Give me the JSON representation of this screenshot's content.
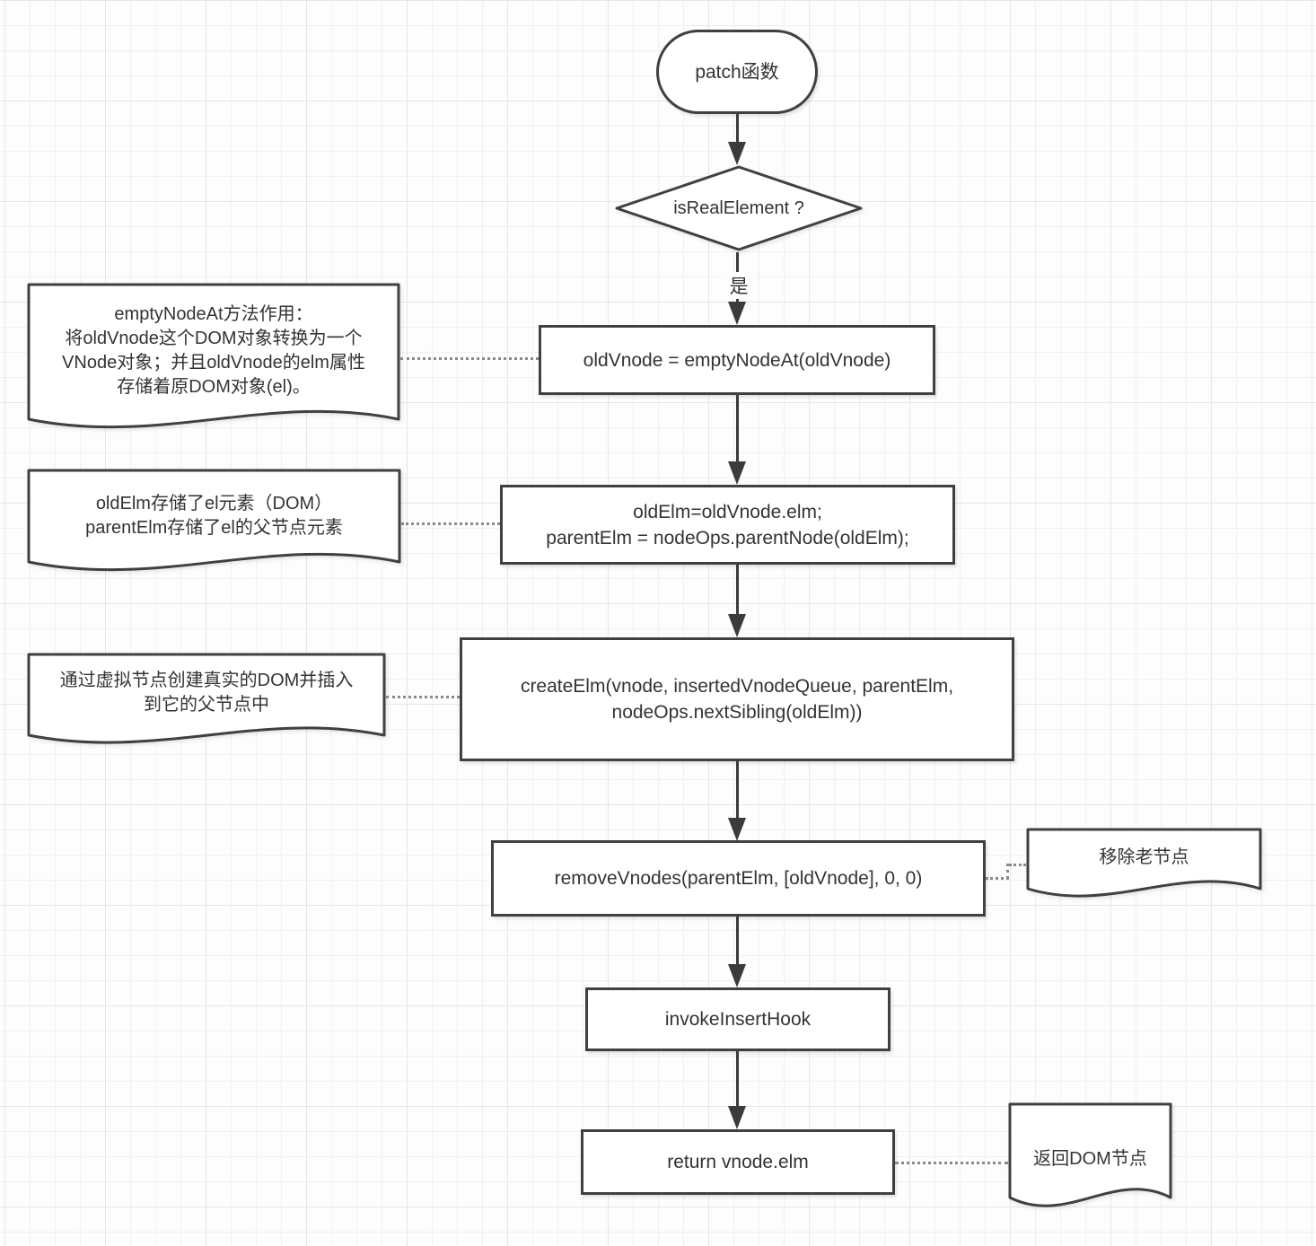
{
  "diagram": {
    "start": {
      "label": "patch函数"
    },
    "decision": {
      "label": "isRealElement ?",
      "yes_label": "是"
    },
    "process_empty_node": {
      "label": "oldVnode = emptyNodeAt(oldVnode)"
    },
    "process_old_elm": {
      "line1": "oldElm=oldVnode.elm;",
      "line2": "parentElm = nodeOps.parentNode(oldElm);"
    },
    "process_create_elm": {
      "line1": "createElm(vnode, insertedVnodeQueue, parentElm,",
      "line2": "nodeOps.nextSibling(oldElm))"
    },
    "process_remove_vnodes": {
      "label": "removeVnodes(parentElm, [oldVnode], 0, 0)"
    },
    "process_invoke_insert_hook": {
      "label": "invokeInsertHook"
    },
    "process_return": {
      "label": "return vnode.elm"
    },
    "note_empty_node": {
      "lines": [
        "emptyNodeAt方法作用：",
        "将oldVnode这个DOM对象转换为一个",
        "VNode对象；并且oldVnode的elm属性",
        "存储着原DOM对象(el)。"
      ]
    },
    "note_old_elm": {
      "lines": [
        "oldElm存储了el元素（DOM）",
        "parentElm存储了el的父节点元素"
      ]
    },
    "note_create_elm": {
      "lines": [
        "通过虚拟节点创建真实的DOM并插入",
        "到它的父节点中"
      ]
    },
    "note_remove": {
      "label": "移除老节点"
    },
    "note_return": {
      "label": "返回DOM节点"
    }
  },
  "colors": {
    "shape_border": "#404040",
    "shape_fill": "#ffffff",
    "arrow": "#3b3b3b",
    "dotted_connector": "#8a8a8a",
    "text": "#333333",
    "grid_line": "#e6e6ea",
    "background": "#fdfdfe"
  }
}
